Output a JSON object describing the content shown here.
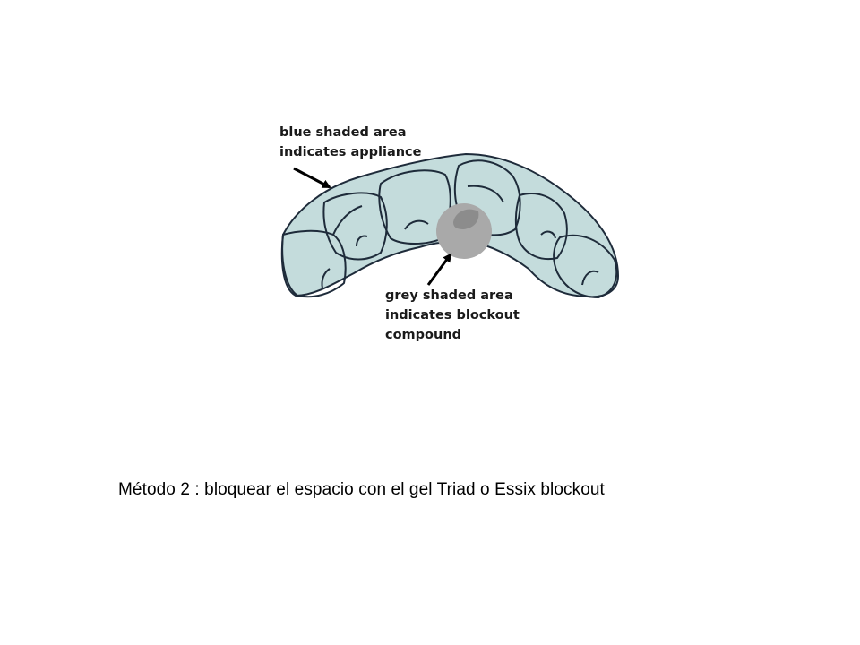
{
  "diagram": {
    "label_appliance": {
      "line1": "blue shaded area",
      "line2": "indicates appliance"
    },
    "label_blockout": {
      "line1": "grey shaded area",
      "line2": "indicates blockout",
      "line3": "compound"
    }
  },
  "caption": "Método 2 : bloquear el espacio con el gel Triad o Essix blockout",
  "colors": {
    "appliance_fill": "#c4dcdc",
    "outline": "#1e2b3a",
    "blockout_fill": "#a9a9a9",
    "blockout_dark": "#8c8c8c"
  }
}
